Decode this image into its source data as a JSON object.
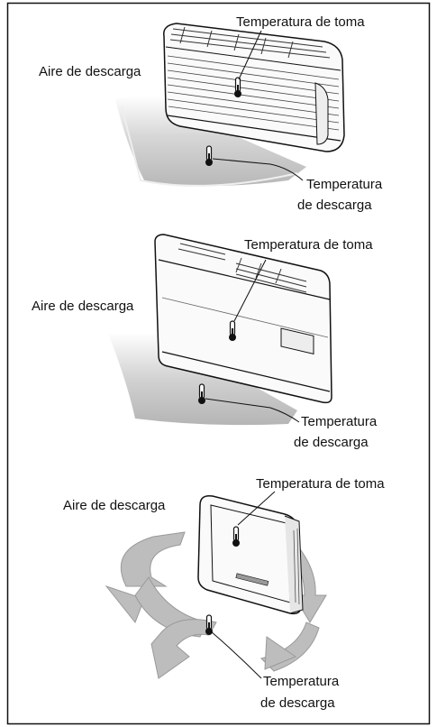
{
  "panels": [
    {
      "intake_label": "Temperatura de toma",
      "discharge_air_label": "Aire de descarga",
      "discharge_temp_label_line1": "Temperatura",
      "discharge_temp_label_line2": "de descarga"
    },
    {
      "intake_label": "Temperatura de toma",
      "discharge_air_label": "Aire de descarga",
      "discharge_temp_label_line1": "Temperatura",
      "discharge_temp_label_line2": "de descarga"
    },
    {
      "intake_label": "Temperatura de toma",
      "discharge_air_label": "Aire de descarga",
      "discharge_temp_label_line1": "Temperatura",
      "discharge_temp_label_line2": "de descarga"
    }
  ]
}
